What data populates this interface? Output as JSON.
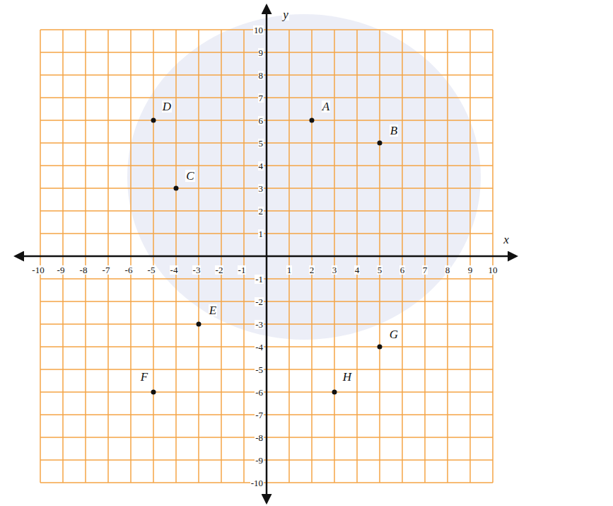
{
  "diagram": {
    "labels": [
      "y",
      "x",
      "-10",
      "-9",
      "-8",
      "-7",
      "-6",
      "-5",
      "-4",
      "-3",
      "-2",
      "-1",
      "1",
      "2",
      "3",
      "4",
      "5",
      "6",
      "7",
      "8",
      "9",
      "10",
      "10",
      "9",
      "8",
      "7",
      "6",
      "5",
      "4",
      "3",
      "2",
      "1",
      "-1",
      "-2",
      "-3",
      "-4",
      "-5",
      "-6",
      "-7",
      "-8",
      "-9",
      "-10",
      "D",
      "A",
      "B",
      "C",
      "E",
      "G",
      "F",
      "H"
    ]
  }
}
